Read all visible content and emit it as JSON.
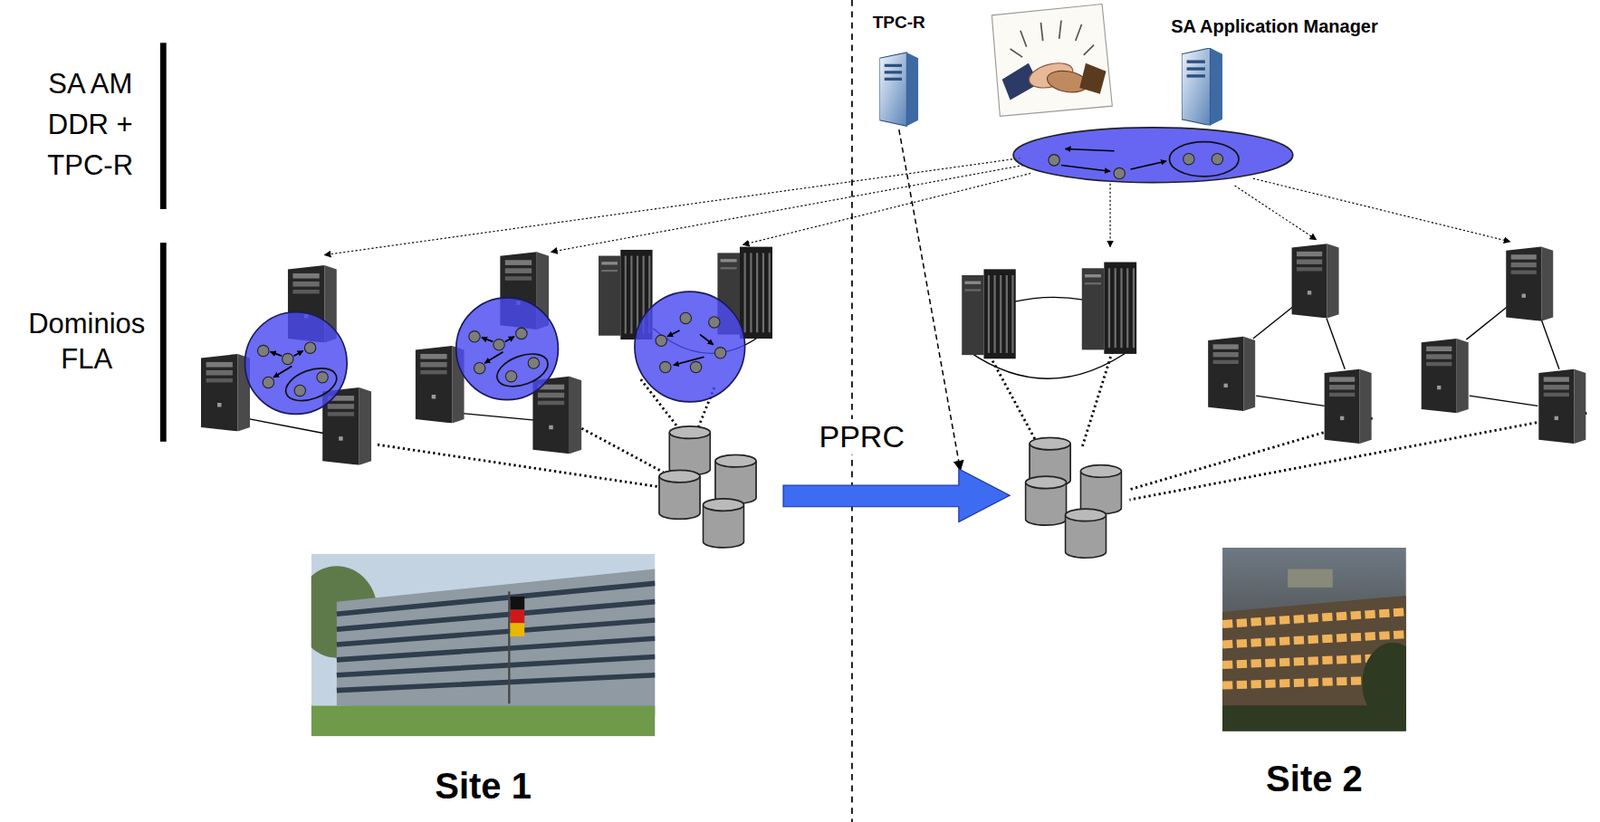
{
  "diagram": {
    "nodes": [
      {
        "text": [
          "TPC-R"
        ]
      },
      {
        "text": [
          "SA Application Manager"
        ]
      },
      {
        "text": [
          "PPRC"
        ]
      },
      {
        "text": [
          "Site 1"
        ]
      },
      {
        "text": [
          "Site 2"
        ]
      }
    ],
    "edges": [
      {
        "from": 0,
        "to": 2,
        "arrow": "to"
      }
    ],
    "labels": [
      "SA AM DDR + TPC-R",
      "Dominios FLA"
    ]
  }
}
